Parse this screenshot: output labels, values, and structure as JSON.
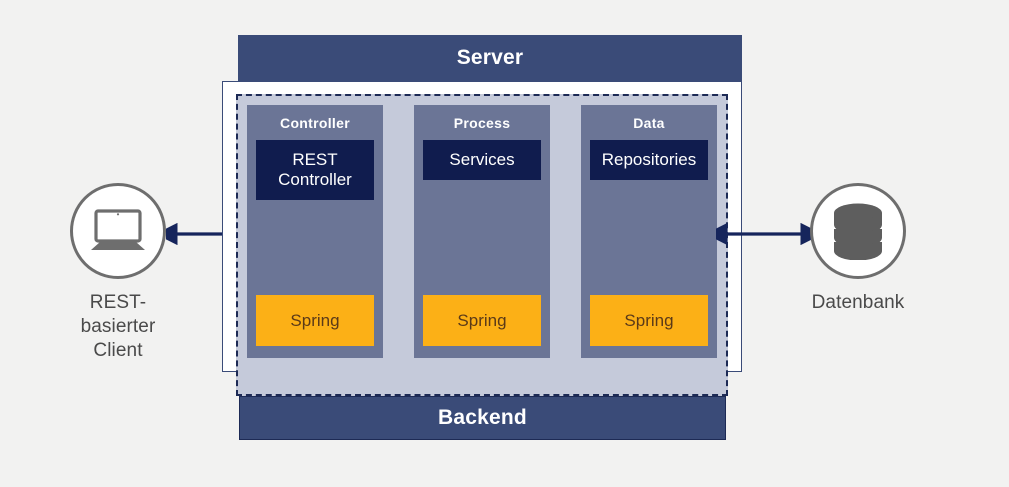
{
  "diagram": {
    "title_bar": {
      "label": "Server"
    },
    "footer_bar": {
      "label": "Backend"
    },
    "client": {
      "icon": "laptop-icon",
      "label": "REST-basierter\nClient"
    },
    "database": {
      "icon": "database-cylinder-icon",
      "label": "Datenbank"
    },
    "columns": [
      {
        "title": "Controller",
        "component": "REST\nController",
        "framework": "Spring"
      },
      {
        "title": "Process",
        "component": "Services",
        "framework": "Spring"
      },
      {
        "title": "Data",
        "component": "Repositories",
        "framework": "Spring"
      }
    ],
    "connections": [
      {
        "name": "client-to-server",
        "direction": "bidirectional"
      },
      {
        "name": "server-to-database",
        "direction": "bidirectional"
      }
    ],
    "colors": {
      "navy_bar": "#3a4b78",
      "dark_navy_box": "#101c4e",
      "column_body": "#6b7596",
      "panel_gray": "#c5cada",
      "spring_orange": "#fcb016",
      "spring_text": "#5b3a18",
      "icon_gray": "#6e6e6e",
      "label_gray": "#4a4a4a",
      "arrow_navy": "#16255c",
      "background": "#f2f2f1"
    }
  }
}
